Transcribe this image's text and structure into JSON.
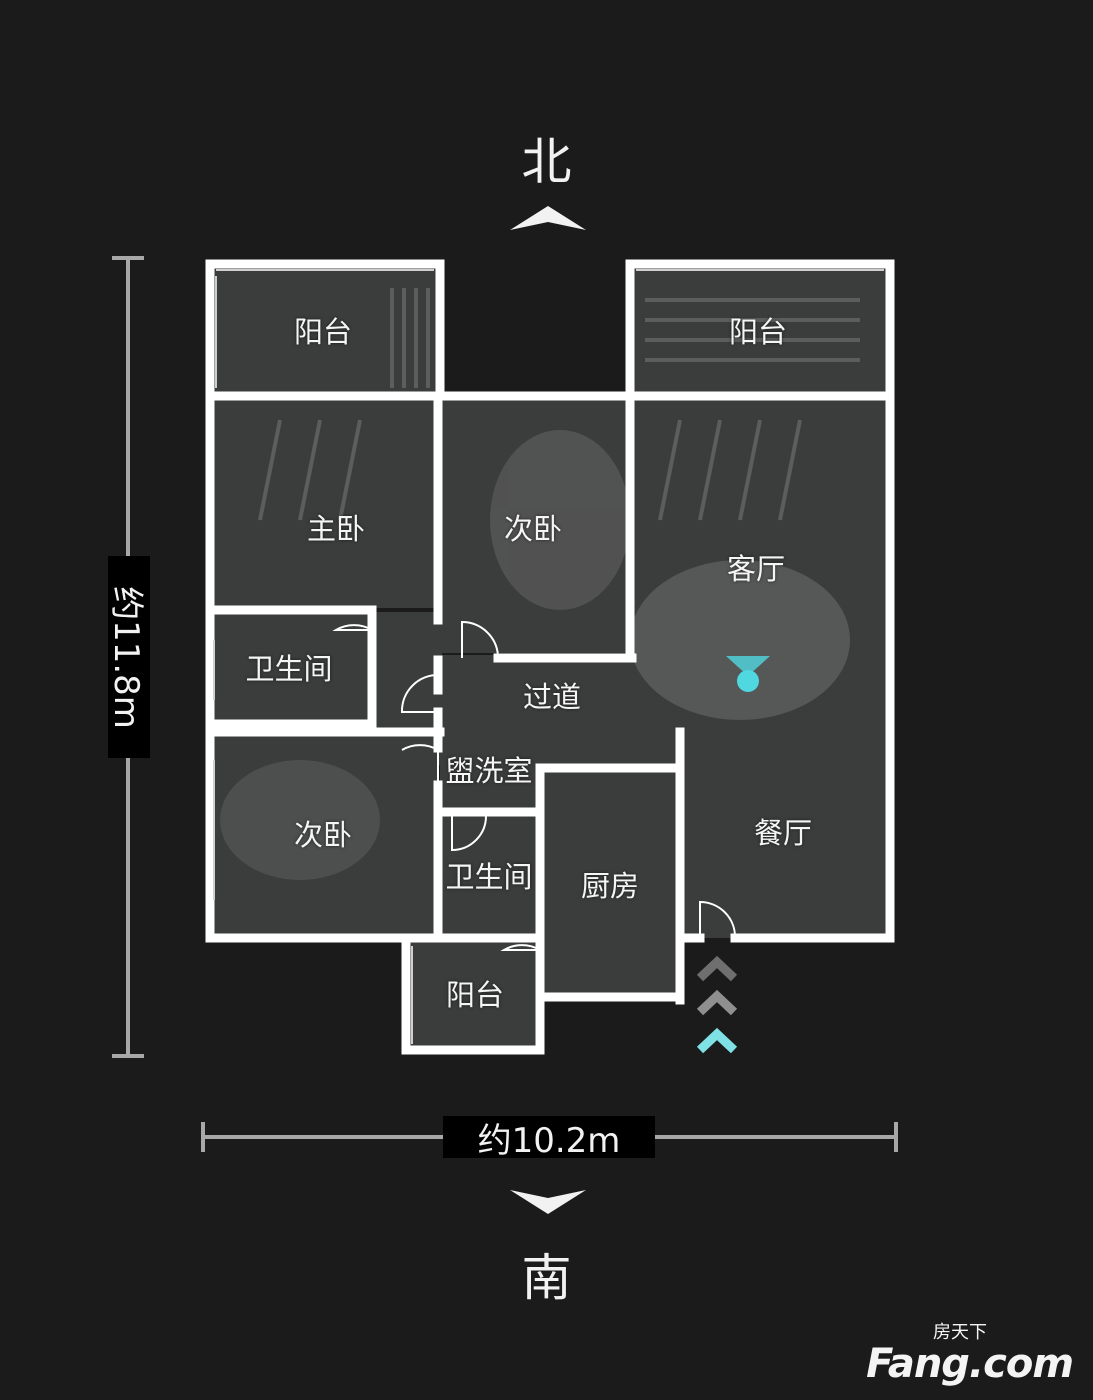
{
  "compass": {
    "north": "北",
    "south": "南"
  },
  "dimensions": {
    "height": "约11.8m",
    "width": "约10.2m"
  },
  "rooms": {
    "balcony_nw": "阳台",
    "balcony_ne": "阳台",
    "master_bedroom": "主卧",
    "second_bedroom_north": "次卧",
    "living_room": "客厅",
    "bathroom_west": "卫生间",
    "corridor": "过道",
    "washroom": "盥洗室",
    "second_bedroom_south": "次卧",
    "bathroom_center": "卫生间",
    "kitchen": "厨房",
    "dining_room": "餐厅",
    "balcony_s": "阳台"
  },
  "watermark": {
    "line1": "房天下",
    "line2": "Fang.com"
  },
  "colors": {
    "background": "#1b1b1b",
    "wall": "#ffffff",
    "floor": "#3a3b3b",
    "accent": "#4fd8e0"
  }
}
